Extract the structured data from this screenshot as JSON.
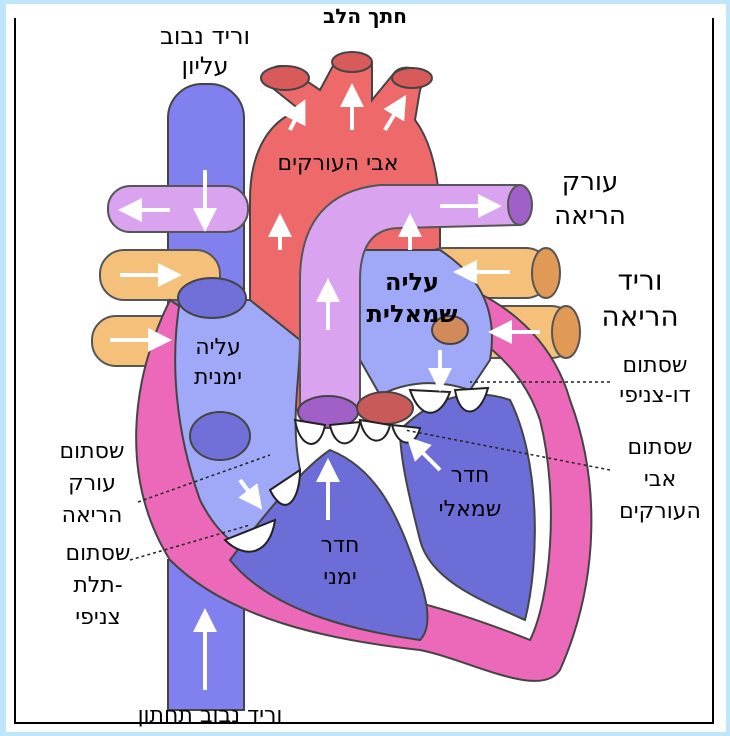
{
  "title": "חתך הלב",
  "labels": {
    "svc_line1": "וריד נבוב",
    "svc_line2": "עליון",
    "aorta": "אבי העורקים",
    "pa_line1": "עורק",
    "pa_line2": "הריאה",
    "pv_line1": "וריד",
    "pv_line2": "הריאה",
    "la_line1": "עליה",
    "la_line2": "שמאלית",
    "ra_line1": "עליה",
    "ra_line2": "ימנית",
    "mitral_line1": "שסתום",
    "mitral_line2": "דו-צניפי",
    "aortic_valve_line1": "שסתום",
    "aortic_valve_line2": "אבי",
    "aortic_valve_line3": "העורקים",
    "pulm_valve_line1": "שסתום",
    "pulm_valve_line2": "עורק",
    "pulm_valve_line3": "הריאה",
    "tricuspid_line1": "שסתום",
    "tricuspid_line2": "תלת-",
    "tricuspid_line3": "צניפי",
    "lv_line1": "חדר",
    "lv_line2": "שמאלי",
    "rv_line1": "חדר",
    "rv_line2": "ימני",
    "ivc": "וריד נבוב תחתון"
  },
  "colors": {
    "deoxygenated": "#8888ee",
    "oxygenated": "#ee6a6a",
    "pulmonary_artery": "#d9a3f0",
    "pulmonary_vein": "#f5c07a",
    "heart_wall": "#ec68b8"
  }
}
